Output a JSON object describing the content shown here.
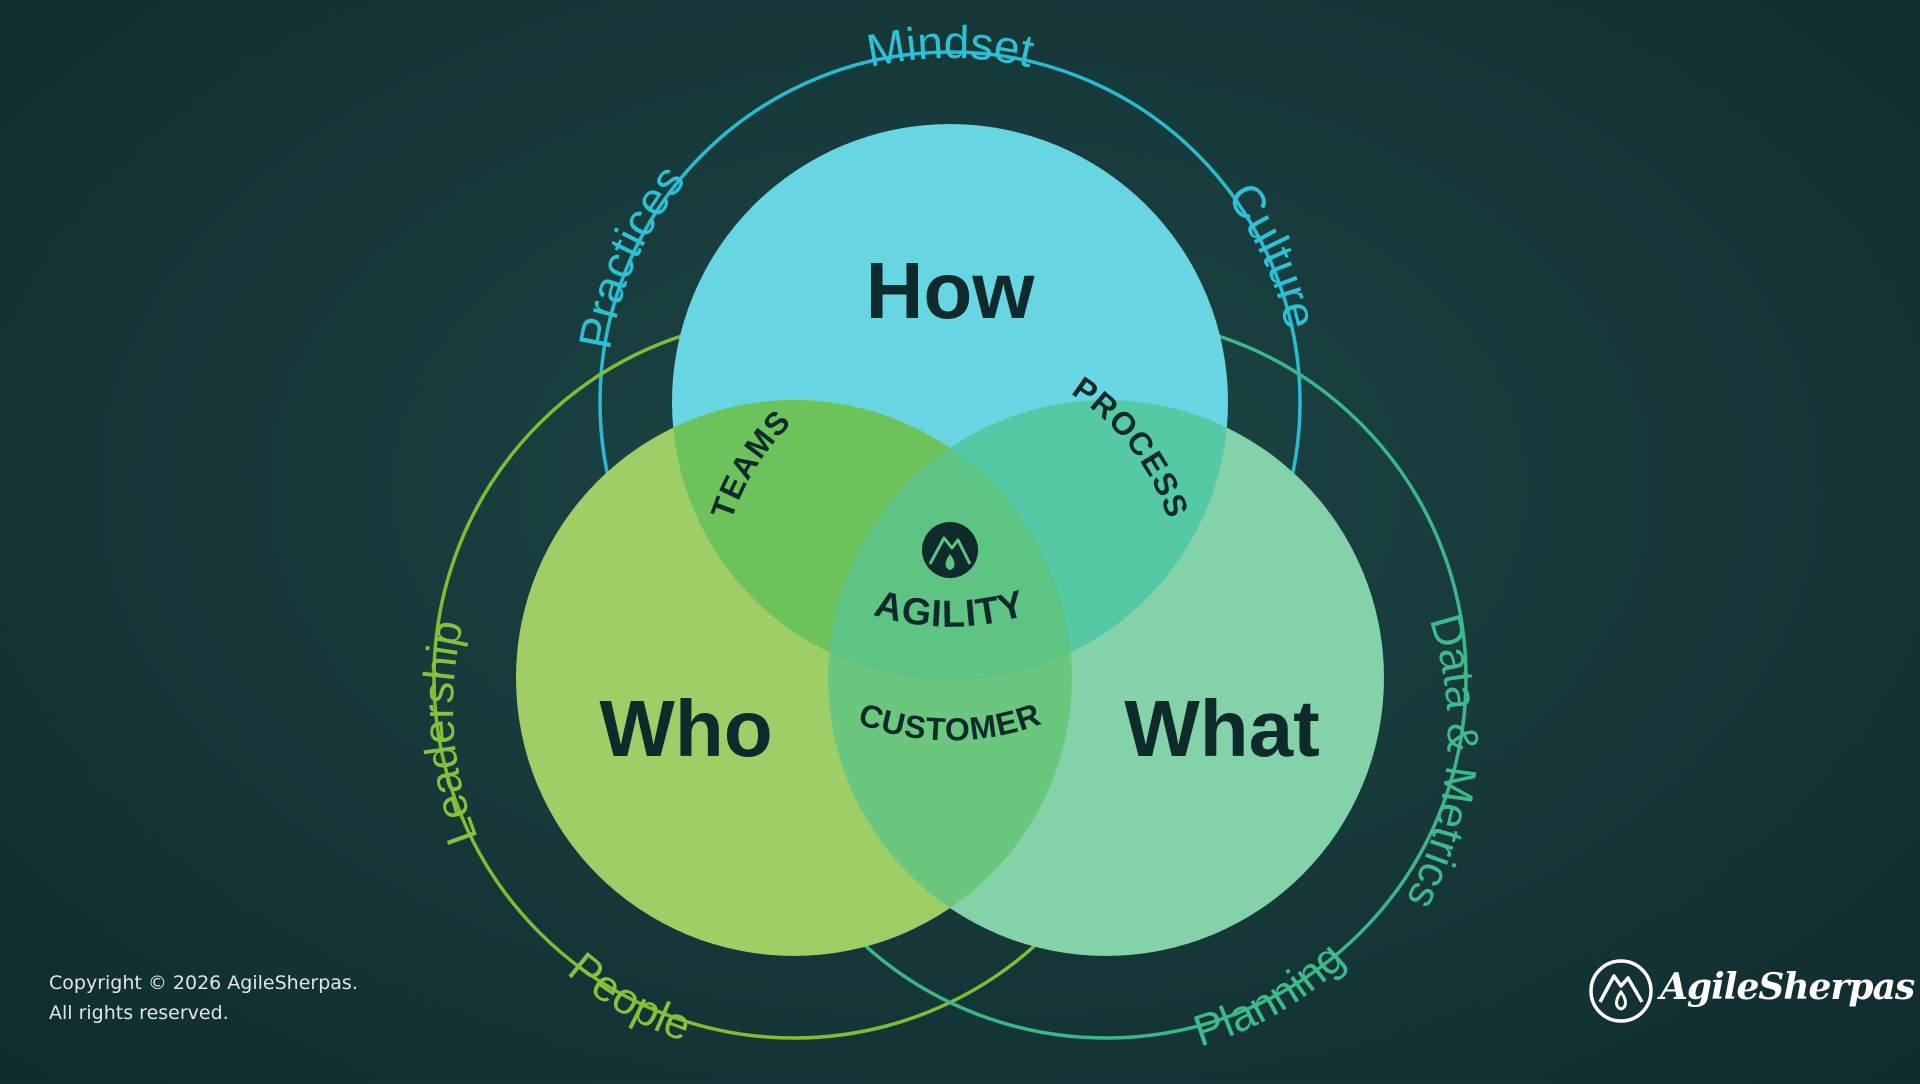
{
  "colors": {
    "how": "#67d6e2",
    "who": "#9dcf66",
    "what": "#83d2aa",
    "how_ring": "#27bcd2",
    "who_ring": "#7fbd33",
    "what_ring": "#3ab88a",
    "dark_text": "#0e2a2b"
  },
  "circles": {
    "how": "How",
    "who": "Who",
    "what": "What"
  },
  "overlaps": {
    "teams": "TEAMS",
    "process": "PROCESS",
    "customer": "CUSTOMER",
    "center": "AGILITY"
  },
  "ring_labels": {
    "practices": "Practices",
    "mindset": "Mindset",
    "culture": "Culture",
    "leadership": "Leadership",
    "people": "People",
    "data_metrics": "Data & Metrics",
    "planning": "Planning"
  },
  "footer": {
    "copyright_line1": "Copyright © 2026 AgileSherpas.",
    "copyright_line2": "All rights reserved."
  },
  "brand": {
    "name": "AgileSherpas",
    "logo_icon": "mountain-drop-icon"
  }
}
